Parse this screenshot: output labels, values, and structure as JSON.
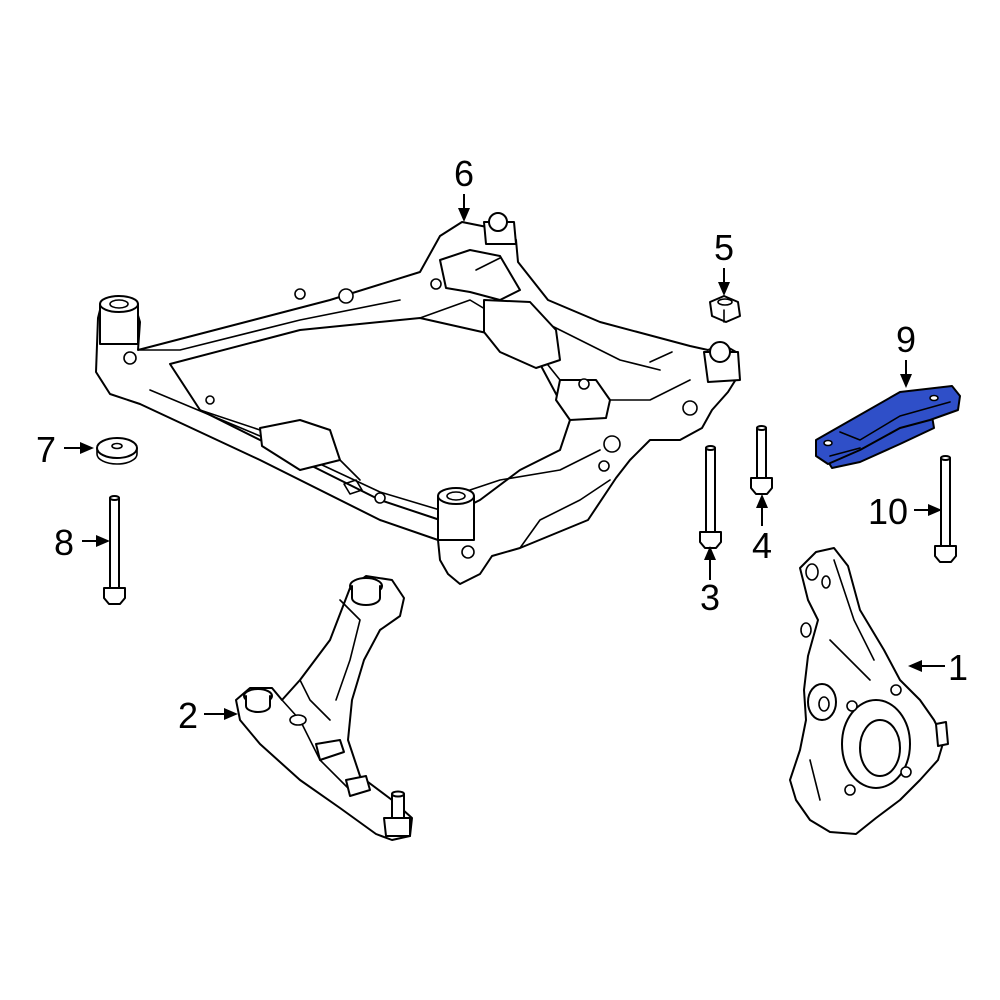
{
  "diagram": {
    "highlight_color": "#2f4fc8",
    "callouts": [
      {
        "id": "1",
        "label": "1"
      },
      {
        "id": "2",
        "label": "2"
      },
      {
        "id": "3",
        "label": "3"
      },
      {
        "id": "4",
        "label": "4"
      },
      {
        "id": "5",
        "label": "5"
      },
      {
        "id": "6",
        "label": "6"
      },
      {
        "id": "7",
        "label": "7"
      },
      {
        "id": "8",
        "label": "8"
      },
      {
        "id": "9",
        "label": "9"
      },
      {
        "id": "10",
        "label": "10"
      }
    ]
  }
}
